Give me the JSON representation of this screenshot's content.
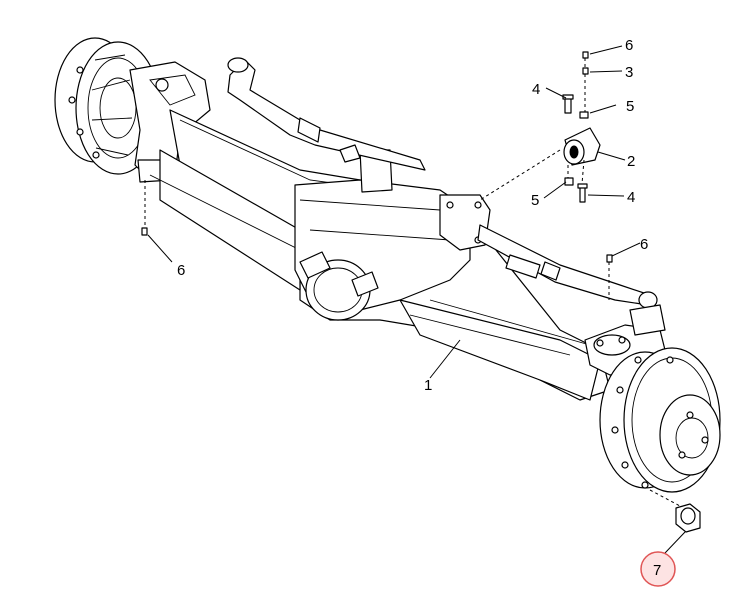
{
  "diagram": {
    "callouts": {
      "c1": "1",
      "c2": "2",
      "c3": "3",
      "c4a": "4",
      "c4b": "4",
      "c5a": "5",
      "c5b": "5",
      "c6a": "6",
      "c6b": "6",
      "c6c": "6",
      "c7": "7"
    },
    "highlight_color": "#e05555",
    "highlight_fill": "#fde3e3",
    "highlighted_item": "7"
  }
}
